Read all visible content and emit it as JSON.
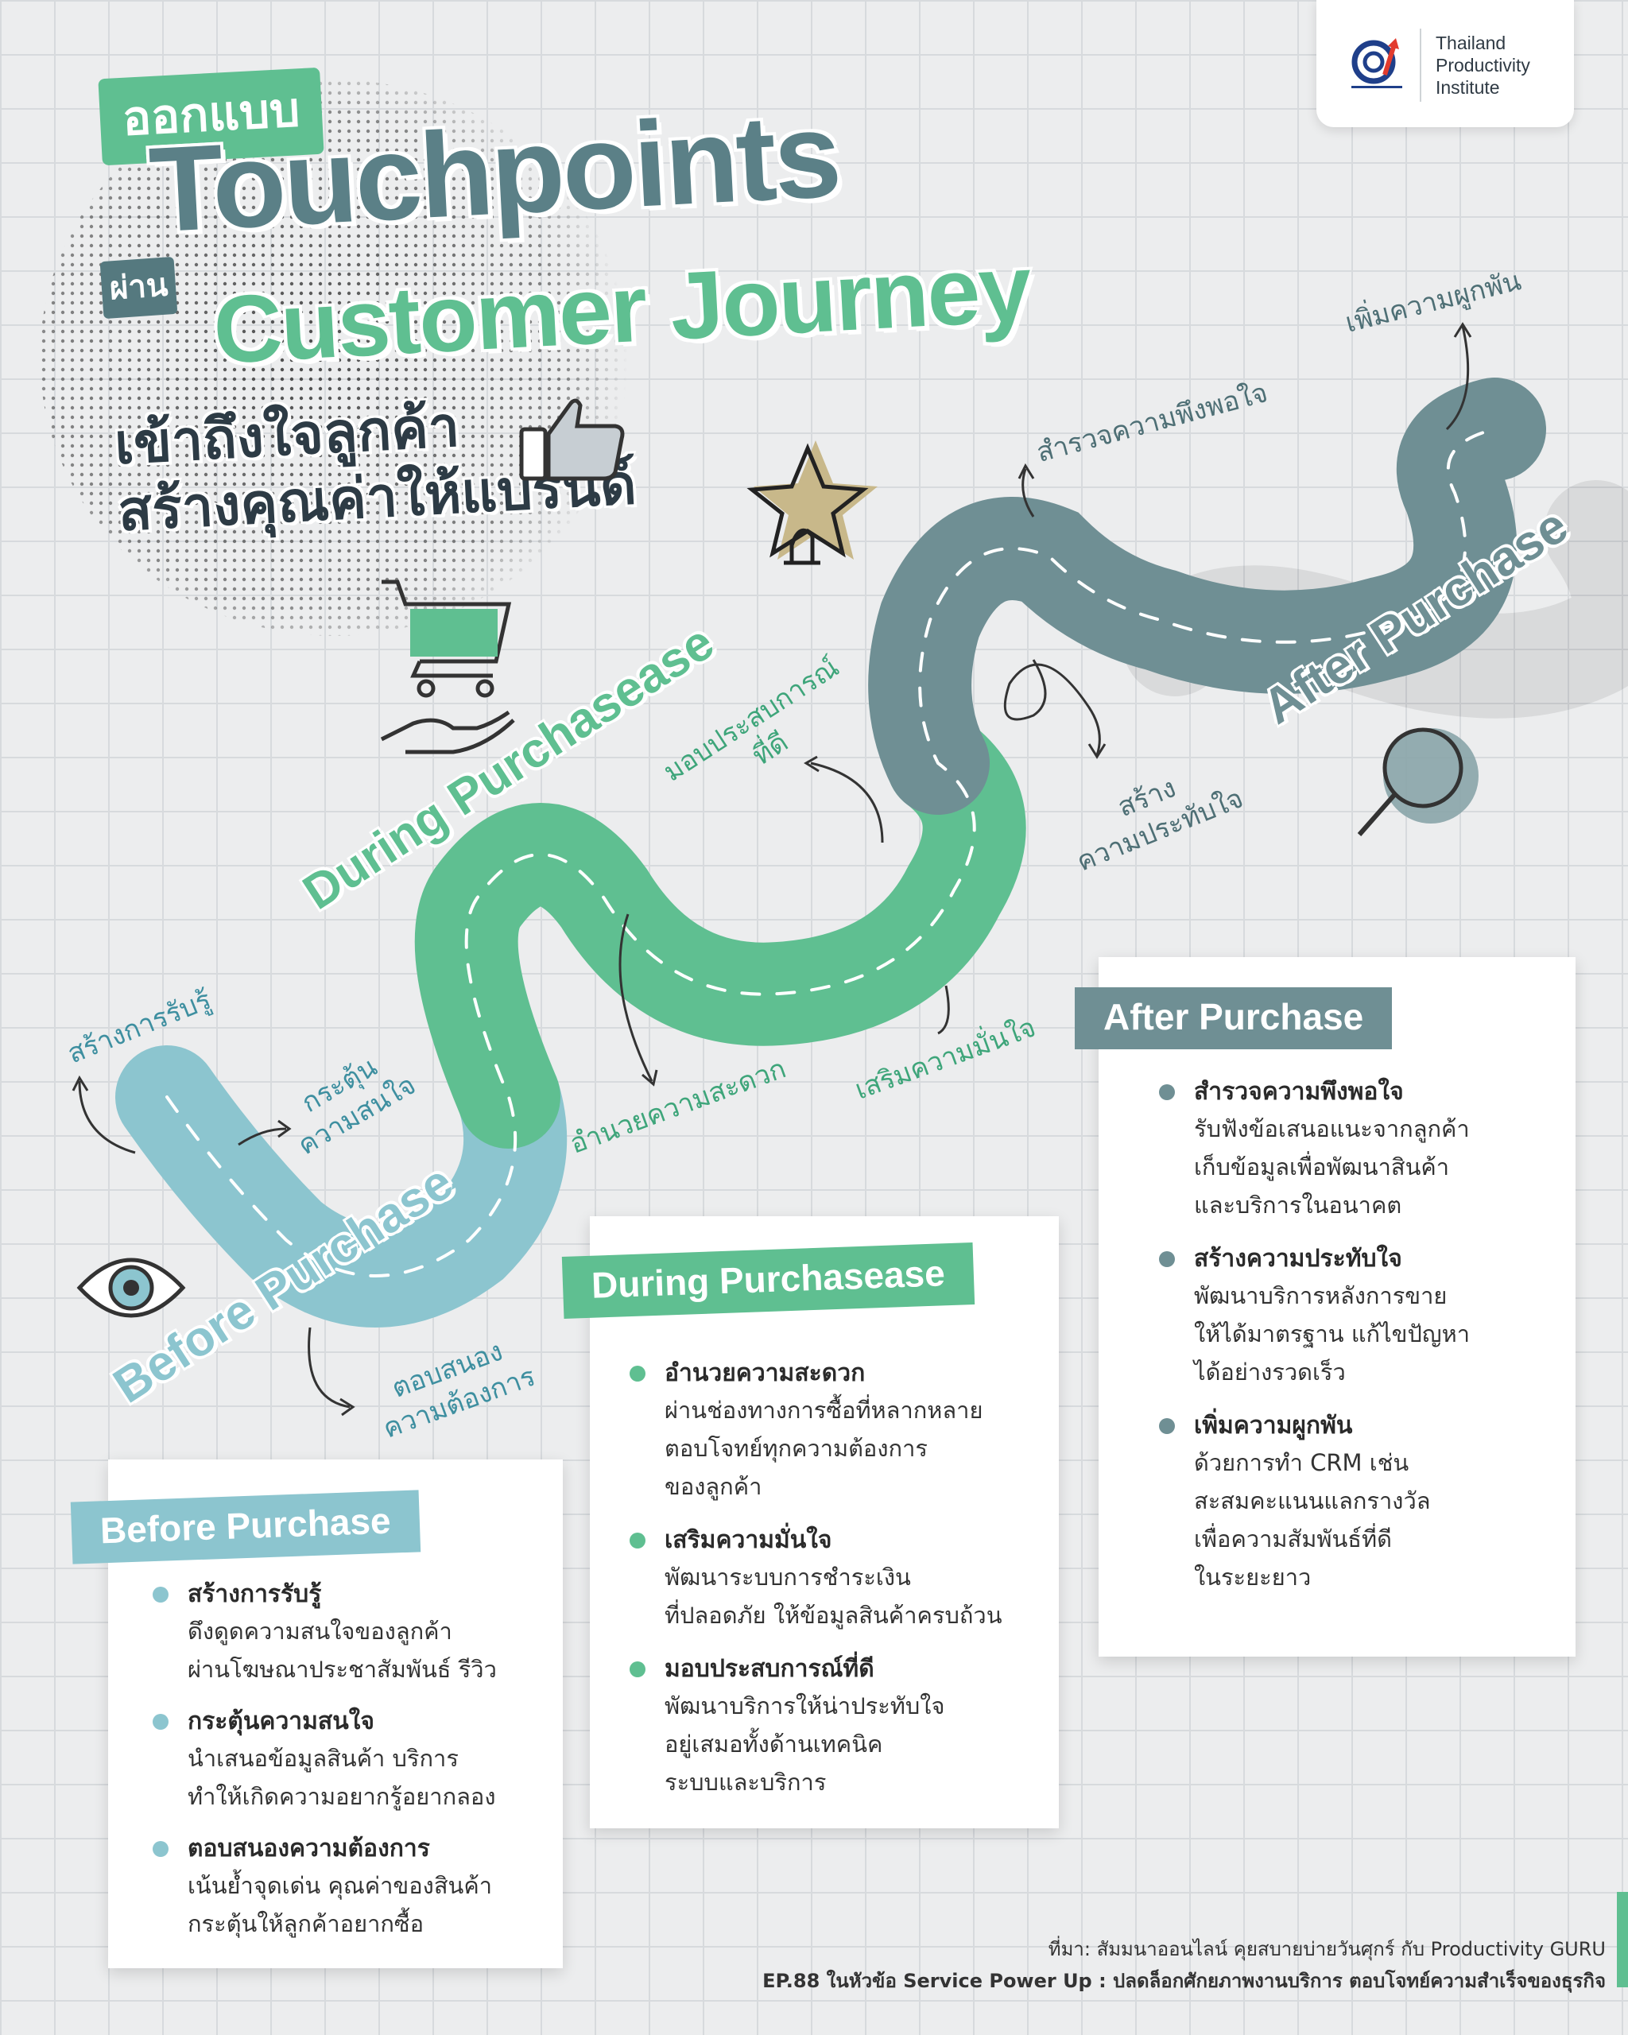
{
  "logo": {
    "org_name_line1": "Thailand",
    "org_name_line2": "Productivity",
    "org_name_line3": "Institute",
    "icon": "tpi-logo-icon"
  },
  "header": {
    "tag": "ออกแบบ",
    "title": "Touchpoints",
    "connector": "ผ่าน",
    "subtitle": "Customer Journey",
    "tagline_1": "เข้าถึงใจลูกค้า",
    "tagline_2": "สร้างคุณค่าให้แบรนด์"
  },
  "road": {
    "stage_before": "Before Purchase",
    "stage_during": "During Purchasease",
    "stage_after": "After Purchase",
    "before_1": "สร้างการรับรู้",
    "before_2_line1": "กระตุ้น",
    "before_2_line2": "ความสนใจ",
    "before_3_line1": "ตอบสนอง",
    "before_3_line2": "ความต้องการ",
    "during_1": "อำนวยความสะดวก",
    "during_2": "เสริมความมั่นใจ",
    "during_3_line1": "มอบประสบการณ์",
    "during_3_line2": "ที่ดี",
    "after_1": "สำรวจความพึงพอใจ",
    "after_2_line1": "สร้าง",
    "after_2_line2": "ความประทับใจ",
    "after_3": "เพิ่มความผูกพัน"
  },
  "cards": {
    "before": {
      "heading": "Before Purchase",
      "items": [
        {
          "title": "สร้างการรับรู้",
          "desc": "ดึงดูดความสนใจของลูกค้า\nผ่านโฆษณาประชาสัมพันธ์ รีวิว"
        },
        {
          "title": "กระตุ้นความสนใจ",
          "desc": "นำเสนอข้อมูลสินค้า บริการ\nทำให้เกิดความอยากรู้อยากลอง"
        },
        {
          "title": "ตอบสนองความต้องการ",
          "desc": "เน้นย้ำจุดเด่น คุณค่าของสินค้า\nกระตุ้นให้ลูกค้าอยากซื้อ"
        }
      ]
    },
    "during": {
      "heading": "During Purchasease",
      "items": [
        {
          "title": "อำนวยความสะดวก",
          "desc": "ผ่านช่องทางการซื้อที่หลากหลาย\nตอบโจทย์ทุกความต้องการ\nของลูกค้า"
        },
        {
          "title": "เสริมความมั่นใจ",
          "desc": "พัฒนาระบบการชำระเงิน\nที่ปลอดภัย ให้ข้อมูลสินค้าครบถ้วน"
        },
        {
          "title": "มอบประสบการณ์ที่ดี",
          "desc": "พัฒนาบริการให้น่าประทับใจ\nอยู่เสมอทั้งด้านเทคนิค\nระบบและบริการ"
        }
      ]
    },
    "after": {
      "heading": "After Purchase",
      "items": [
        {
          "title": "สำรวจความพึงพอใจ",
          "desc": "รับฟังข้อเสนอแนะจากลูกค้า\nเก็บข้อมูลเพื่อพัฒนาสินค้า\nและบริการในอนาคต"
        },
        {
          "title": "สร้างความประทับใจ",
          "desc": "พัฒนาบริการหลังการขาย\nให้ได้มาตรฐาน แก้ไขปัญหา\nได้อย่างรวดเร็ว"
        },
        {
          "title": "เพิ่มความผูกพัน",
          "desc": "ด้วยการทำ CRM เช่น\nสะสมคะแนนแลกรางวัล\nเพื่อความสัมพันธ์ที่ดี\nในระยะยาว"
        }
      ]
    }
  },
  "footer": {
    "source_line1": "ที่มา: สัมมนาออนไลน์ คุยสบายบ่ายวันศุกร์ กับ Productivity GURU",
    "source_line2": "EP.88 ในหัวข้อ Service Power Up : ปลดล็อกศักยภาพงานบริการ ตอบโจทย์ความสำเร็จของธุรกิจ"
  },
  "colors": {
    "blue": "#8cc5cf",
    "green": "#5fbf91",
    "slate": "#6f8f94",
    "dark_slate": "#55797f"
  }
}
